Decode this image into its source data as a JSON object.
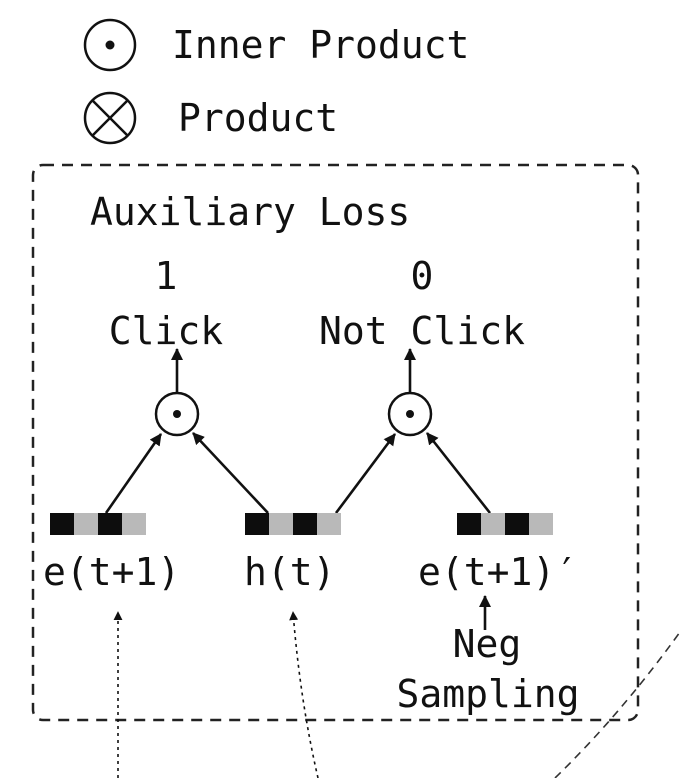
{
  "legend": {
    "inner_product_label": "Inner Product",
    "product_label": "Product"
  },
  "aux_box": {
    "title": "Auxiliary Loss",
    "click_value": "1",
    "click_label": "Click",
    "notclick_value": "0",
    "notclick_label": "Not Click"
  },
  "vectors": {
    "e_t1": "e(t+1)",
    "h_t": "h(t)",
    "e_t1_neg": "e(t+1)′"
  },
  "neg_sampling": {
    "line1": "Neg",
    "line2": "Sampling"
  },
  "colors": {
    "ink": "#111111",
    "cell_dark": "#0d0d0d",
    "cell_light": "#b9b9b9"
  }
}
